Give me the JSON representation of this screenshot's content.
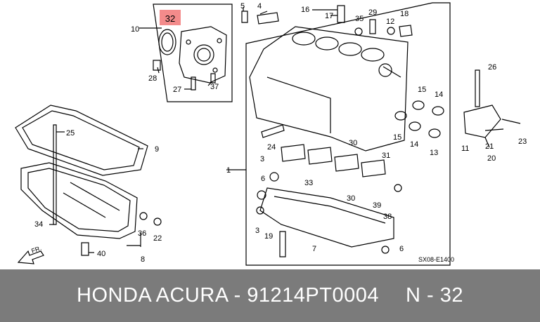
{
  "colors": {
    "footer_bg": "#7b7b7b",
    "highlight": "#f38b8b",
    "line": "#000000"
  },
  "diagram": {
    "drawing_code": "SX08-E1400",
    "front_marker": "FR.",
    "highlighted_callout": "32",
    "callouts": {
      "c1": "1",
      "c3a": "3",
      "c3b": "3",
      "c4": "4",
      "c5": "5",
      "c6a": "6",
      "c6b": "6",
      "c7": "7",
      "c8": "8",
      "c9": "9",
      "c10": "10",
      "c11": "11",
      "c12": "12",
      "c13": "13",
      "c14a": "14",
      "c14b": "14",
      "c15a": "15",
      "c15b": "15",
      "c16": "16",
      "c17": "17",
      "c18": "18",
      "c19": "19",
      "c20": "20",
      "c21": "21",
      "c22": "22",
      "c23": "23",
      "c24": "24",
      "c25": "25",
      "c26": "26",
      "c27": "27",
      "c28": "28",
      "c29": "29",
      "c30a": "30",
      "c30b": "30",
      "c31": "31",
      "c33": "33",
      "c34": "34",
      "c35": "35",
      "c36": "36",
      "c37": "37",
      "c38": "38",
      "c39": "39",
      "c40": "40"
    }
  },
  "footer": {
    "part_info": "HONDA ACURA - 91214PT0004",
    "callout_info": "N - 32"
  }
}
